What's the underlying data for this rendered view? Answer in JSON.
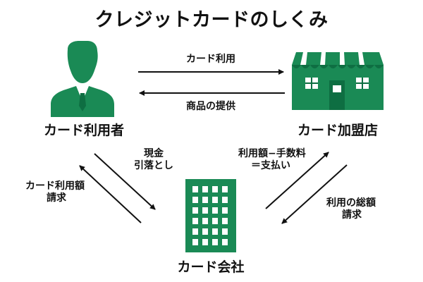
{
  "title": "クレジットカードのしくみ",
  "colors": {
    "accent": "#1a8a55",
    "accent_dark": "#0e6e42",
    "text": "#111111",
    "window": "#ffffff"
  },
  "nodes": {
    "user": {
      "label": "カード利用者",
      "icon": "person-icon"
    },
    "merchant": {
      "label": "カード加盟店",
      "icon": "store-icon"
    },
    "company": {
      "label": "カード会社",
      "icon": "office-building-icon"
    }
  },
  "flows": {
    "card_use": "カード利用",
    "goods": "商品の提供",
    "cash_debit_line1": "現金",
    "cash_debit_line2": "引落とし",
    "bill_user_line1": "カード利用額",
    "bill_user_line2": "請求",
    "pay_merchant_line1": "利用額−手数料",
    "pay_merchant_line2": "＝支払い",
    "bill_total_line1": "利用の総額",
    "bill_total_line2": "請求"
  }
}
